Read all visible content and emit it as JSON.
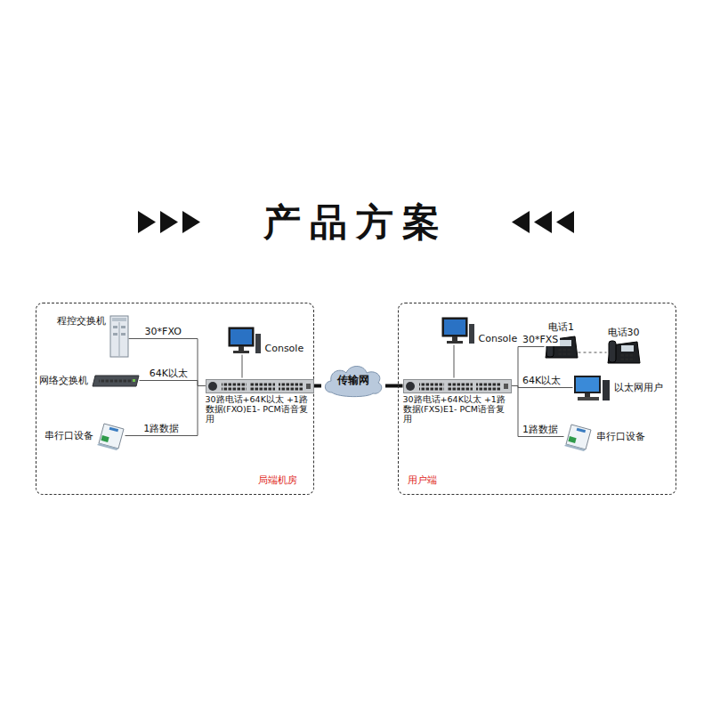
{
  "diagram": {
    "title": "产品方案",
    "nodes": [
      {
        "text": [
          "局端机房"
        ]
      },
      {
        "text": [
          "程控交换机"
        ],
        "in": 0
      },
      {
        "text": [
          "网络交换机"
        ],
        "in": 0
      },
      {
        "text": [
          "串行口设备"
        ],
        "in": 0
      },
      {
        "text": [
          "Console"
        ],
        "in": 0
      },
      {
        "text": [
          "30路电话+64K以太 +1路数据(FXO)E1- PCM语音复用"
        ],
        "in": 0
      },
      {
        "text": [
          "传输网"
        ]
      },
      {
        "text": [
          "用户端"
        ]
      },
      {
        "text": [
          "30路电话+64K以太 +1路数据(FXS)E1- PCM语音复用"
        ],
        "in": 7
      },
      {
        "text": [
          "Console"
        ],
        "in": 7
      },
      {
        "text": [
          "电话1"
        ],
        "in": 7
      },
      {
        "text": [
          "电话30"
        ],
        "in": 7
      },
      {
        "text": [
          "以太网用户"
        ],
        "in": 7
      },
      {
        "text": [
          "串行口设备"
        ],
        "in": 7
      }
    ],
    "edges": [
      {
        "from": 1,
        "to": 5,
        "label": "30*FXO",
        "arrow": "none"
      },
      {
        "from": 2,
        "to": 5,
        "label": "64K以太",
        "arrow": "none"
      },
      {
        "from": 3,
        "to": 5,
        "label": "1路数据",
        "arrow": "none"
      },
      {
        "from": 4,
        "to": 5,
        "arrow": "none"
      },
      {
        "from": 5,
        "to": 6,
        "arrow": "none"
      },
      {
        "from": 6,
        "to": 8,
        "arrow": "none"
      },
      {
        "from": 8,
        "to": 9,
        "arrow": "none"
      },
      {
        "from": 8,
        "to": 10,
        "label": "30*FXS",
        "arrow": "none"
      },
      {
        "from": 10,
        "to": 11,
        "arrow": "none"
      },
      {
        "from": 8,
        "to": 12,
        "label": "64K以太",
        "arrow": "none"
      },
      {
        "from": 8,
        "to": 13,
        "label": "1路数据",
        "arrow": "none"
      }
    ]
  }
}
